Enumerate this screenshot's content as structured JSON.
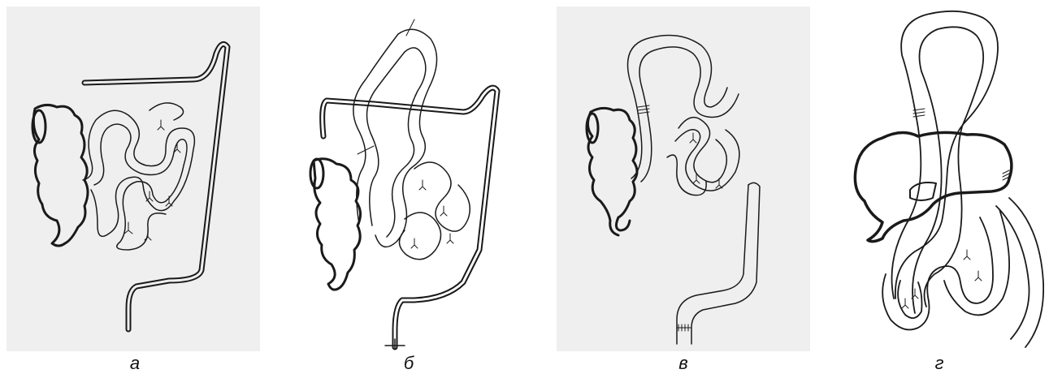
{
  "figure": {
    "panels": [
      {
        "label": "а",
        "image": "colon-and-small-intestine-anatomy"
      },
      {
        "label": "б",
        "image": "jejunal-loop-raised-over-colon"
      },
      {
        "label": "в",
        "image": "isolated-jejunal-segment-with-anastomosis"
      },
      {
        "label": "г",
        "image": "jejunal-graft-passed-behind-stomach"
      }
    ],
    "colors": {
      "background": "#ffffff",
      "panel_bg": "#efefef",
      "ink": "#1a1a1a"
    }
  }
}
